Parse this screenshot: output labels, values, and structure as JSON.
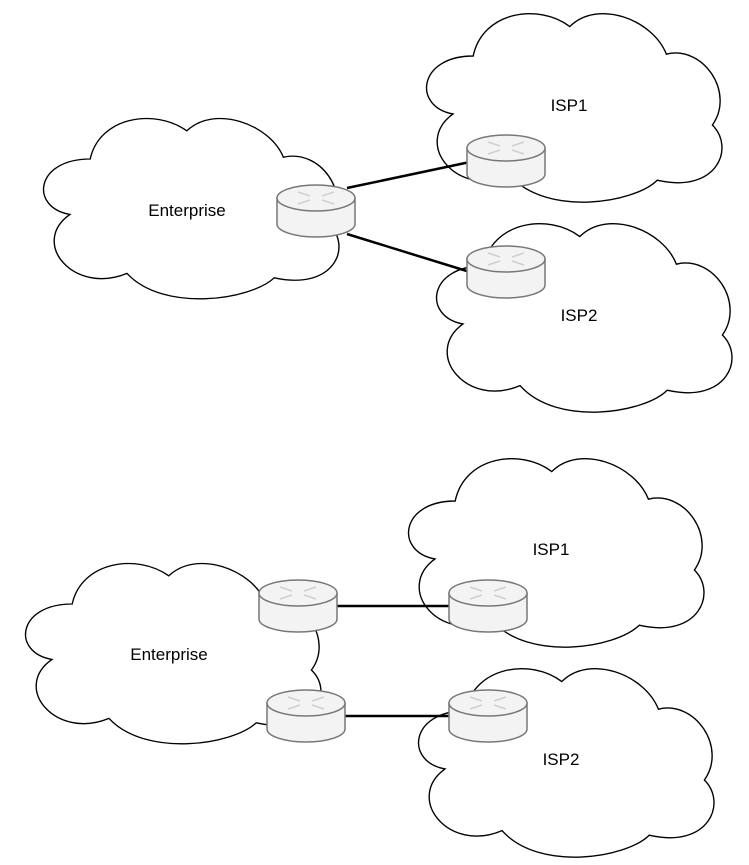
{
  "diagram_1": {
    "enterprise_label": "Enterprise",
    "isp1_label": "ISP1",
    "isp2_label": "ISP2"
  },
  "diagram_2": {
    "enterprise_label": "Enterprise",
    "isp1_label": "ISP1",
    "isp2_label": "ISP2"
  },
  "router_icon": "router-icon",
  "colors": {
    "line": "#000000",
    "router_fill": "#f3f3f3",
    "router_stroke": "#777777"
  }
}
